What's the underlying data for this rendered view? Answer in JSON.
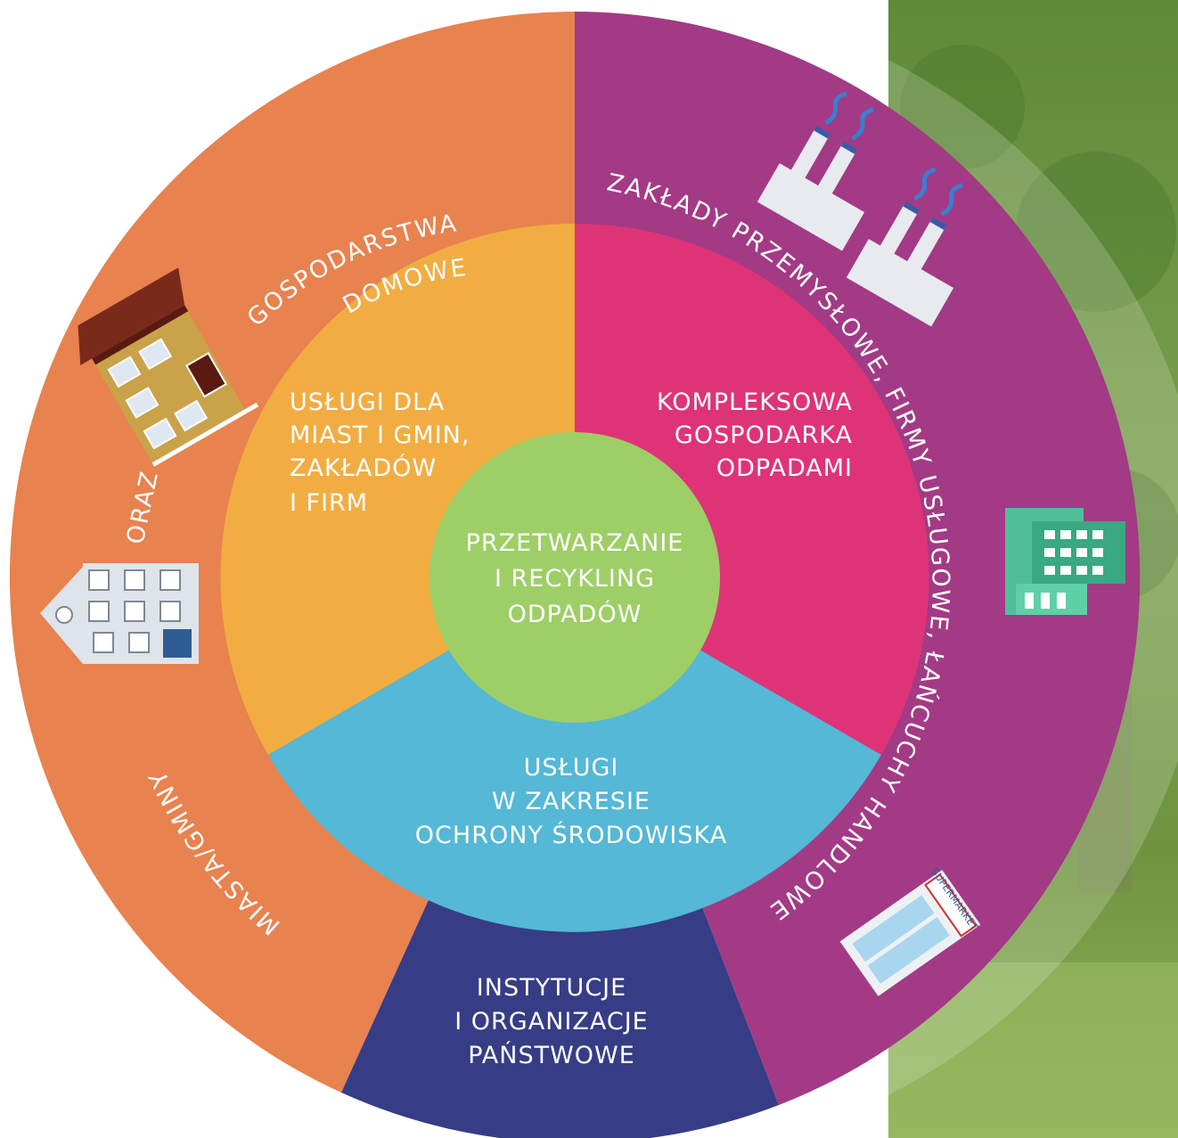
{
  "colors": {
    "outer_left": "#E8824F",
    "outer_right": "#A33A85",
    "outer_bottom": "#363D85",
    "inner_left": "#F1AD42",
    "inner_right": "#DE3477",
    "inner_bottom": "#54B8D6",
    "center": "#9ECE66"
  },
  "center": {
    "lines": [
      "PRZETWARZANIE",
      "I RECYKLING",
      "ODPADÓW"
    ]
  },
  "inner": {
    "left": {
      "lines": [
        "USŁUGI DLA",
        "MIAST I GMIN,",
        "ZAKŁADÓW",
        "I FIRM"
      ]
    },
    "right": {
      "lines": [
        "KOMPLEKSOWA",
        "GOSPODARKA",
        "ODPADAMI"
      ]
    },
    "bottom": {
      "lines": [
        "USŁUGI",
        "W ZAKRESIE",
        "OCHRONY ŚRODOWISKA"
      ]
    }
  },
  "outer": {
    "bottom": {
      "lines": [
        "INSTYTUCJE",
        "I ORGANIZACJE",
        "PAŃSTWOWE"
      ]
    },
    "left_arc_1": "GOSPODARSTWA",
    "left_arc_2": "DOMOWE",
    "left_oraz": "ORAZ",
    "left_miasta": "MIASTA/GMINY",
    "right_arc": "ZAKŁADY PRZEMYSŁOWE, FIRMY USŁUGOWE, ŁAŃCUCHY HANDLOWE"
  },
  "icons": {
    "house": "house-icon",
    "town_hall": "town-hall-icon",
    "factory": "factory-icon",
    "office": "office-building-icon",
    "supermarket": "supermarket-icon",
    "supermarket_sign": "SUPERMARKET"
  }
}
